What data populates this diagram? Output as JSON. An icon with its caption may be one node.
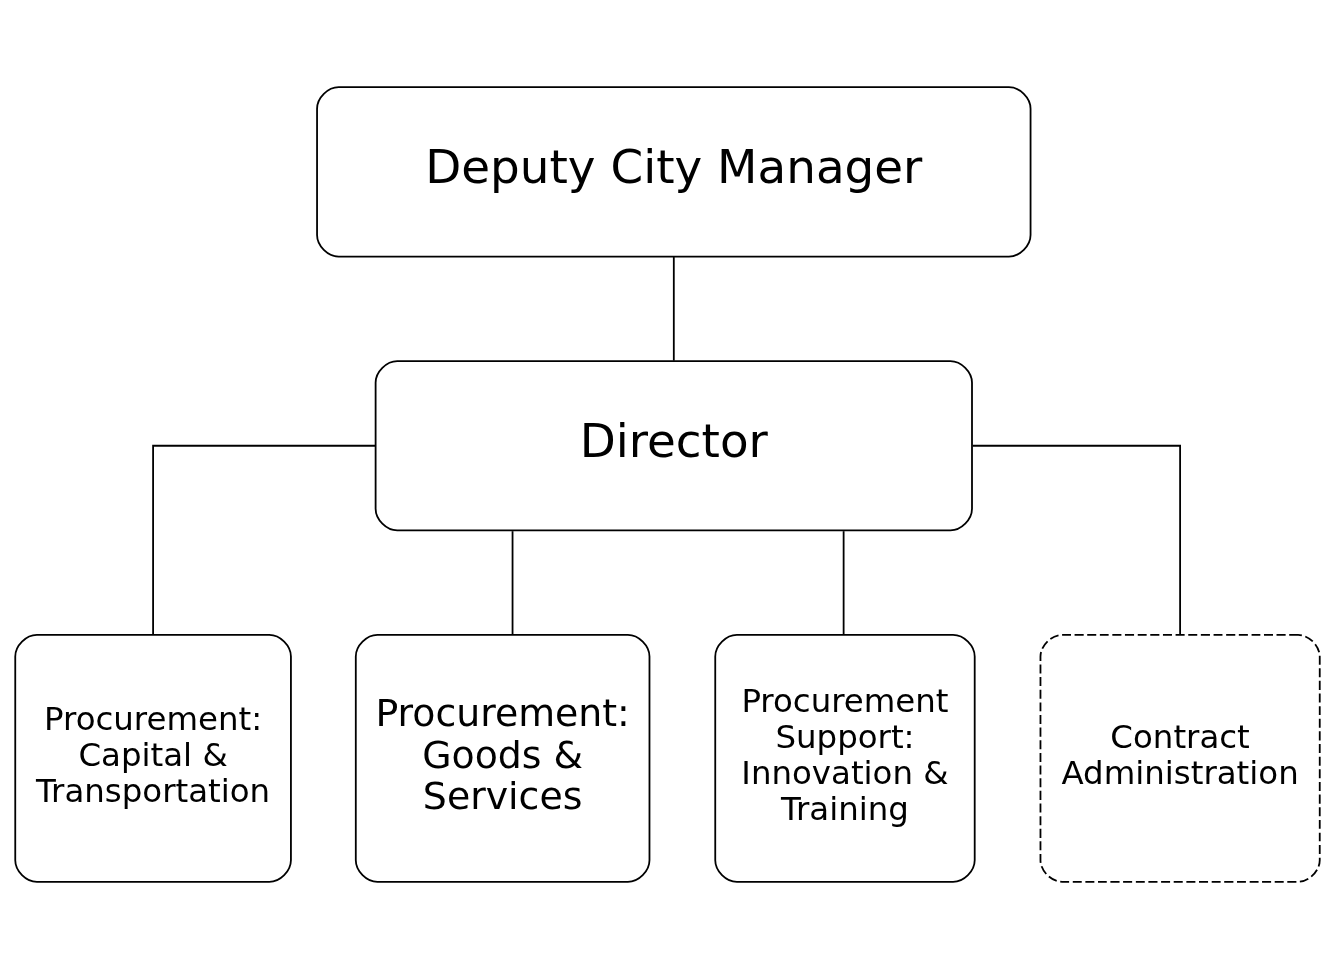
{
  "diagram": {
    "nodes": [
      {
        "text": [
          "Deputy City Manager"
        ]
      },
      {
        "text": [
          "Director"
        ]
      },
      {
        "text": [
          "Procurement: Capital & Transportation"
        ]
      },
      {
        "text": [
          "Procurement: Goods & Services"
        ]
      },
      {
        "text": [
          "Procurement Support: Innovation & Training"
        ]
      },
      {
        "text": [
          "Contract Administration"
        ]
      }
    ],
    "edges": [
      {
        "from": 0,
        "to": 1,
        "arrow": "none"
      },
      {
        "from": 1,
        "to": 2,
        "arrow": "none"
      },
      {
        "from": 1,
        "to": 3,
        "arrow": "none"
      },
      {
        "from": 1,
        "to": 4,
        "arrow": "none"
      },
      {
        "from": 1,
        "to": 5,
        "arrow": "none"
      }
    ]
  }
}
